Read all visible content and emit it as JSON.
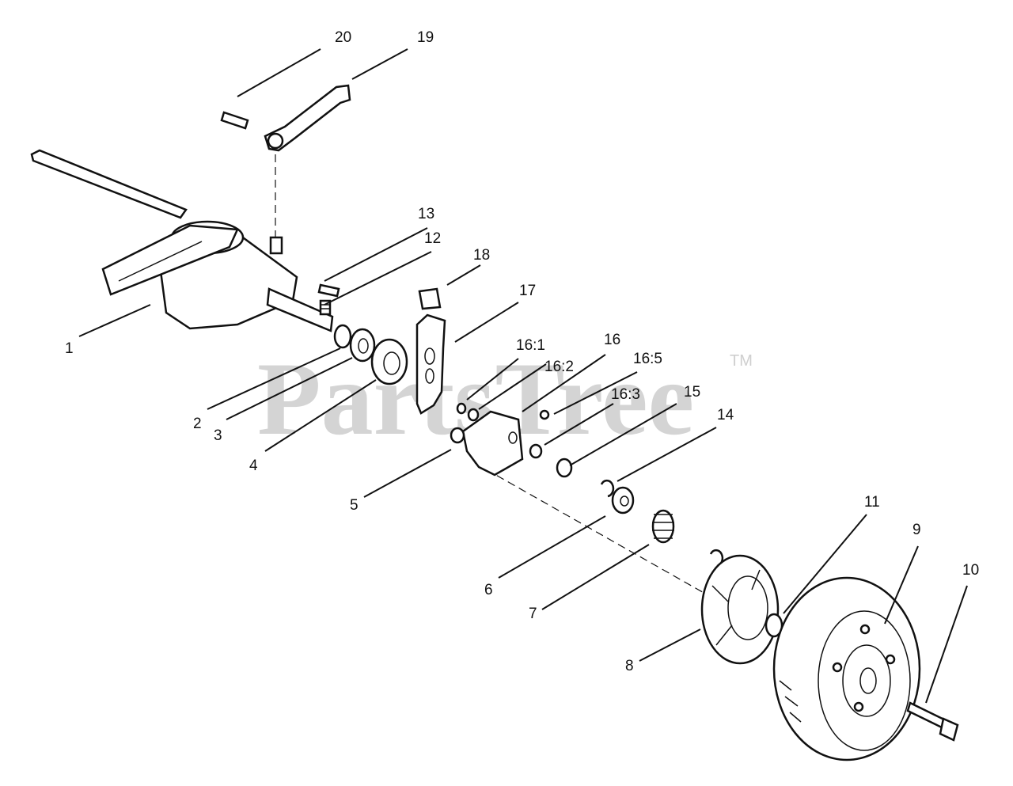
{
  "watermark": {
    "brand": "PartsTree",
    "trademark": "TM"
  },
  "callouts": [
    "1",
    "2",
    "3",
    "4",
    "5",
    "6",
    "7",
    "8",
    "9",
    "10",
    "11",
    "12",
    "13",
    "14",
    "15",
    "16",
    "16:1",
    "16:2",
    "16:3",
    "16:5",
    "17",
    "18",
    "19",
    "20"
  ]
}
